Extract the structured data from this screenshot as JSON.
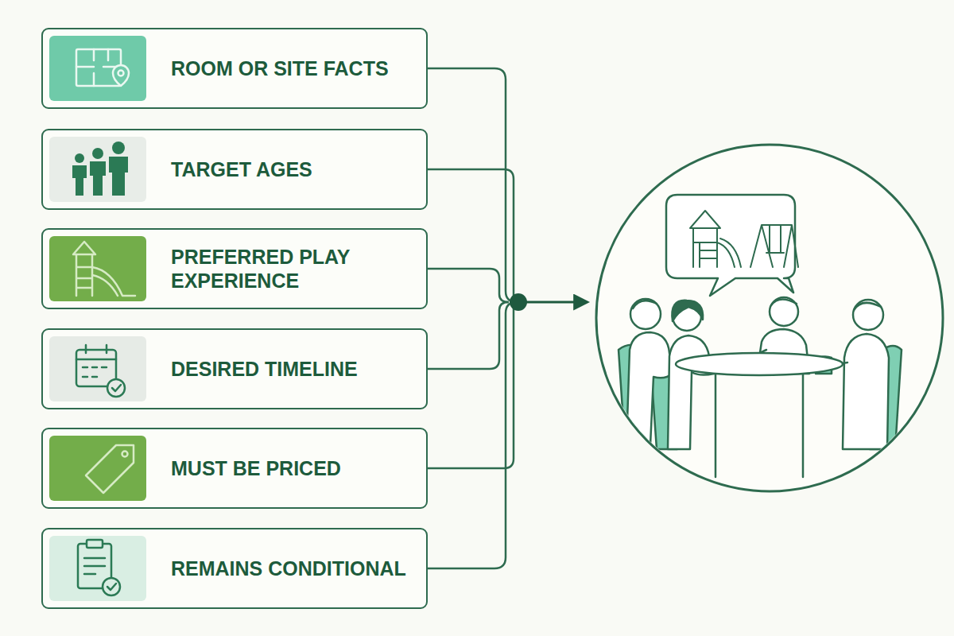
{
  "diagram": {
    "nodes": [
      {
        "text": [
          "ROOM OR SITE FACTS"
        ]
      },
      {
        "text": [
          "TARGET AGES"
        ]
      },
      {
        "text": [
          "PREFERRED PLAY EXPERIENCE"
        ]
      },
      {
        "text": [
          "DESIRED TIMELINE"
        ]
      },
      {
        "text": [
          "MUST BE PRICED"
        ]
      },
      {
        "text": [
          "REMAINS CONDITIONAL"
        ]
      }
    ]
  }
}
